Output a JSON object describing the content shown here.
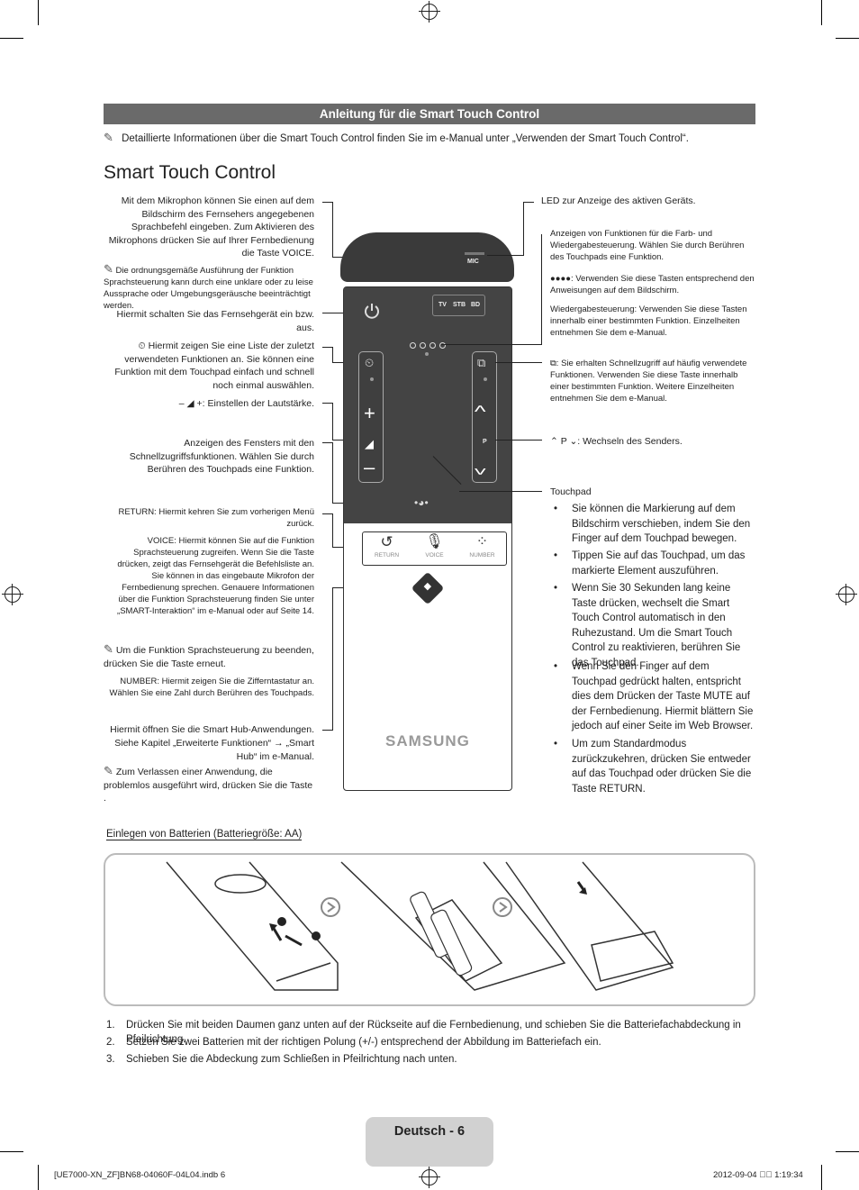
{
  "header": {
    "title": "Anleitung für die Smart Touch Control"
  },
  "intro_note": "Detaillierte Informationen über die Smart Touch Control finden Sie im e-Manual unter „Verwenden der Smart Touch Control“.",
  "page_title": "Smart Touch Control",
  "left": {
    "mic": "Mit dem Mikrophon können Sie einen auf dem Bildschirm des Fernsehers angegebenen Sprachbefehl eingeben. Zum Aktivieren des Mikrophons drücken Sie auf Ihrer Fernbedienung die Taste VOICE.",
    "mic_note": "Die ordnungsgemäße Ausführung der Funktion Sprachsteuerung kann durch eine unklare oder zu leise Aussprache oder Umgebungsgeräusche beeinträchtigt werden.",
    "power": "Hiermit schalten Sie das Fernsehgerät ein bzw. aus.",
    "recent": "Hiermit zeigen Sie eine Liste der zuletzt verwendeten Funktionen an. Sie können eine Funktion mit dem Touchpad einfach und schnell noch einmal auswählen.",
    "volume": ": Einstellen der Lautstärke.",
    "quick": "Anzeigen des Fensters mit den Schnellzugriffsfunktionen. Wählen Sie durch Berühren des Touchpads eine Funktion.",
    "return": "RETURN: Hiermit kehren Sie zum vorherigen Menü zurück.",
    "voice": "VOICE: Hiermit können Sie auf die Funktion Sprachsteuerung zugreifen. Wenn Sie die Taste drücken, zeigt das Fernsehgerät die Befehlsliste an. Sie können in das eingebaute Mikrofon der Fernbedienung sprechen. Genauere Informationen über die Funktion Sprachsteuerung finden Sie unter „SMART-Interaktion“ im e-Manual oder auf Seite 14.",
    "voice_note": "Um die Funktion Sprachsteuerung zu beenden, drücken Sie die Taste erneut.",
    "number": "NUMBER: Hiermit zeigen Sie die Zifferntastatur an. Wählen Sie eine Zahl durch Berühren des Touchpads.",
    "hub": "Hiermit öffnen Sie die Smart Hub-Anwendungen. Siehe Kapitel „Erweiterte Funktionen“ → „Smart Hub“ im e-Manual.",
    "hub_note": "Zum Verlassen einer Anwendung, die problemlos ausgeführt wird, drücken Sie die Taste ."
  },
  "right": {
    "led": "LED zur Anzeige des aktiven Geräts.",
    "color1": "Anzeigen von Funktionen für die Farb- und Wiedergabesteuerung. Wählen Sie durch Berühren des Touchpads eine Funktion.",
    "color2": ": Verwenden Sie diese Tasten entsprechend den Anweisungen auf dem Bildschirm.",
    "color3": "Wiedergabesteuerung: Verwenden Sie diese Tasten innerhalb einer bestimmten Funktion. Einzelheiten entnehmen Sie dem e-Manual.",
    "quickaccess": ": Sie erhalten Schnellzugriff auf häufig verwendete Funktionen. Verwenden Sie diese Taste innerhalb einer bestimmten Funktion. Weitere Einzelheiten entnehmen Sie dem e-Manual.",
    "channel": ": Wechseln des Senders.",
    "touchpad_title": "Touchpad",
    "touchpad_items": [
      "Sie können die Markierung auf dem Bildschirm verschieben, indem Sie den Finger auf dem Touchpad bewegen.",
      "Tippen Sie auf das Touchpad, um das markierte Element auszuführen.",
      "Wenn Sie 30 Sekunden lang keine Taste drücken, wechselt die Smart Touch Control automatisch in den Ruhezustand. Um die Smart Touch Control zu reaktivieren, berühren Sie das Touchpad.",
      "Wenn Sie den Finger auf dem Touchpad gedrückt halten, entspricht dies dem Drücken der Taste MUTE auf der Fernbedienung. Hiermit blättern Sie jedoch auf einer Seite im Web Browser.",
      "Um zum Standardmodus zurückzukehren, drücken Sie entweder auf das Touchpad oder drücken Sie die Taste RETURN."
    ]
  },
  "remote": {
    "mic": "MIC",
    "tv": "TV",
    "stb": "STB",
    "bd": "BD",
    "p": "P",
    "return": "RETURN",
    "voice": "VOICE",
    "number": "NUMBER",
    "brand": "SAMSUNG"
  },
  "battery": {
    "heading": "Einlegen von Batterien (Batteriegröße: AA)",
    "steps": [
      {
        "num": "1.",
        "text": "Drücken Sie mit beiden Daumen ganz unten auf der Rückseite auf die Fernbedienung, und schieben Sie die Batteriefachabdeckung in Pfeilrichtung."
      },
      {
        "num": "2.",
        "text": "Setzen Sie zwei Batterien mit der richtigen Polung (+/-) entsprechend der Abbildung im Batteriefach ein."
      },
      {
        "num": "3.",
        "text": "Schieben Sie die Abdeckung zum Schließen in Pfeilrichtung nach unten."
      }
    ]
  },
  "footer": {
    "page": "Deutsch - 6",
    "file": "[UE7000-XN_ZF]BN68-04060F-04L04.indb   6",
    "date": "2012-09-04   ￿￿ 1:19:34"
  }
}
